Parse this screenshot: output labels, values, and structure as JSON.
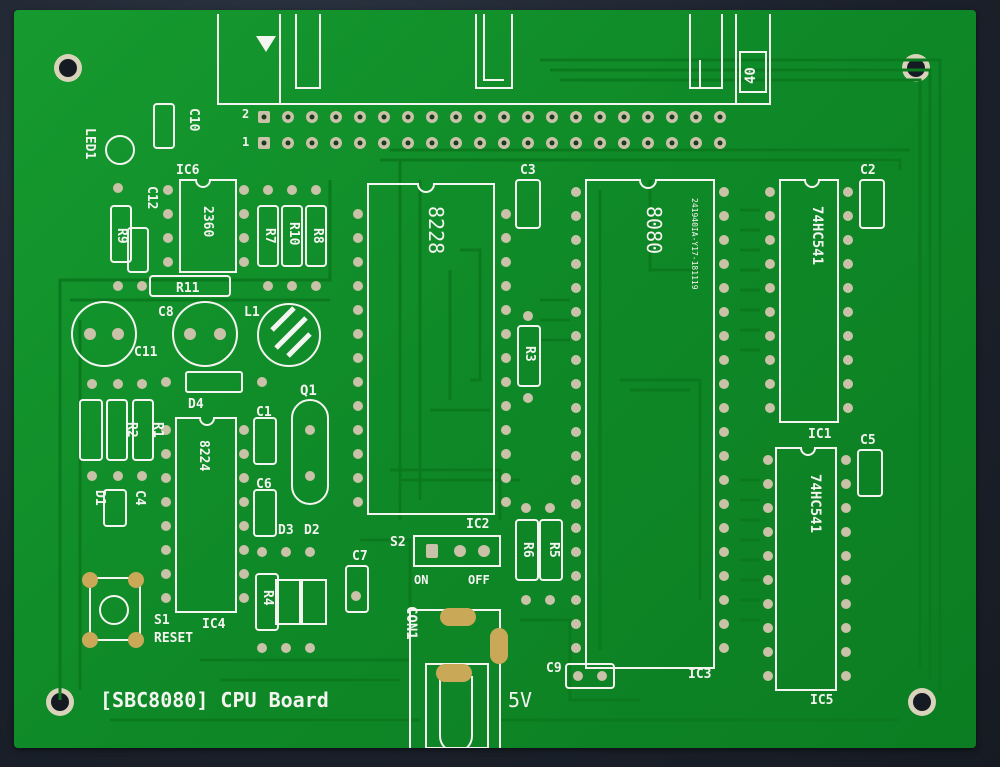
{
  "board": {
    "title": "[SBC8080] CPU Board",
    "power_label": "5V",
    "connector_label": "CON1",
    "switch": {
      "ref": "S2",
      "on": "ON",
      "off": "OFF"
    },
    "reset": {
      "ref": "S1",
      "label": "RESET"
    },
    "header": {
      "pin1": "1",
      "pin2": "2",
      "pin40": "40"
    },
    "chip_marking": "241940IA-Y17-181119",
    "colors": {
      "pcb": "#119229",
      "silkscreen": "#f4f4f0",
      "pad": "#c9c2a8",
      "background": "#1e2530"
    }
  },
  "ics": {
    "ic1": {
      "ref": "IC1",
      "part": "74HC541"
    },
    "ic2": {
      "ref": "IC2",
      "part": "8228"
    },
    "ic3": {
      "ref": "IC3",
      "part": "8080"
    },
    "ic4": {
      "ref": "IC4",
      "part": "8224"
    },
    "ic5": {
      "ref": "IC5",
      "part": "74HC541"
    },
    "ic6": {
      "ref": "IC6",
      "part": "2360"
    }
  },
  "parts": {
    "c1": "C1",
    "c2": "C2",
    "c3": "C3",
    "c4": "C4",
    "c5": "C5",
    "c6": "C6",
    "c7": "C7",
    "c8": "C8",
    "c9": "C9",
    "c10": "C10",
    "c11": "C11",
    "c12": "C12",
    "r1": "R1",
    "r2": "R2",
    "r3": "R3",
    "r4": "R4",
    "r5": "R5",
    "r6": "R6",
    "r7": "R7",
    "r8": "R8",
    "r9": "R9",
    "r10": "R10",
    "r11": "R11",
    "d1": "D1",
    "d2": "D2",
    "d3": "D3",
    "d4": "D4",
    "l1": "L1",
    "q1": "Q1",
    "led1": "LED1"
  }
}
